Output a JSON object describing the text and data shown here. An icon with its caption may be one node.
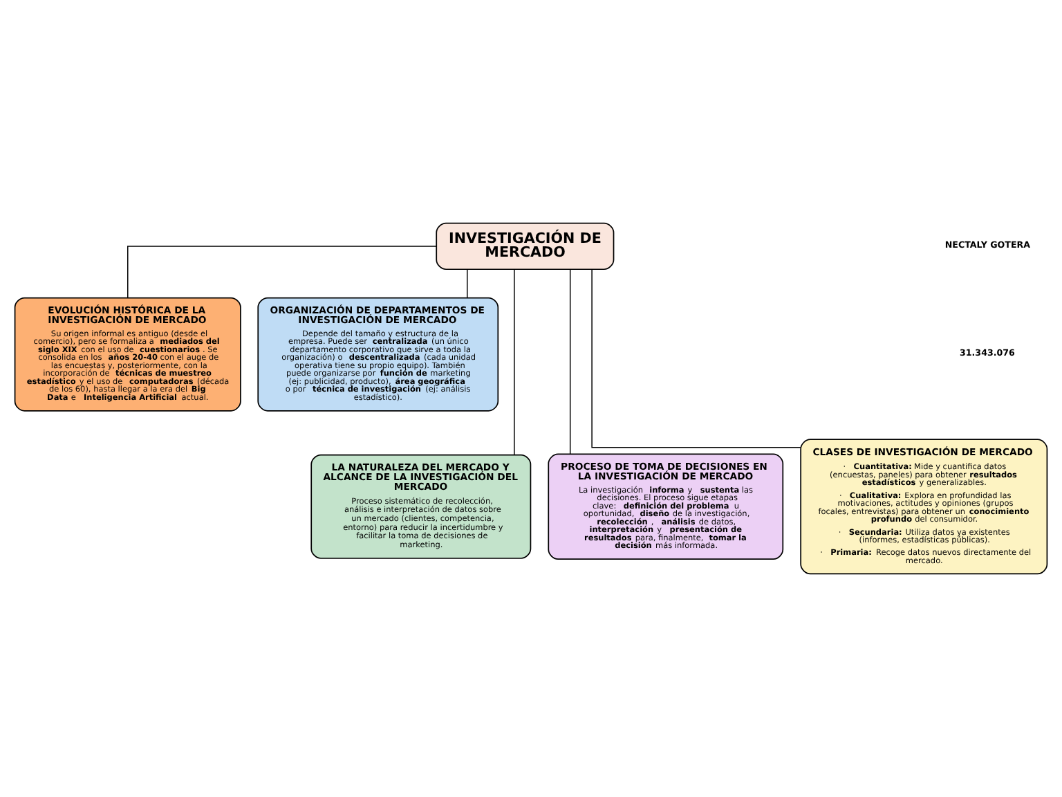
{
  "diagram": {
    "nodes": [
      {
        "text": [
          "INVESTIGACIÓN DE MERCADO"
        ]
      },
      {
        "text": [
          "EVOLUCIÓN HISTÓRICA DE LA INVESTIGACIÓN DE MERCADO",
          "Su origen informal es antiguo (desde el comercio), pero se formaliza a **mediados del siglo XIX** con el uso de **cuestionarios**. Se consolida en los **años 20-40** con el auge de las encuestas y, posteriormente, con la incorporación de **técnicas de muestreo estadístico** y el uso de **computadoras** (década de los 60), hasta llegar a la era del **Big Data** e **Inteligencia Artificial** actual."
        ]
      },
      {
        "text": [
          "ORGANIZACIÓN DE DEPARTAMENTOS DE INVESTIGACIÓN DE MERCADO",
          "Depende del tamaño y estructura de la empresa. Puede ser **centralizada** (un único departamento corporativo que sirve a toda la organización) o **descentralizada** (cada unidad operativa tiene su propio equipo). También puede organizarse por **función de** marketing (ej: publicidad, producto), **área geográfica** o por **técnica de investigación** (ej: análisis estadístico)."
        ]
      },
      {
        "text": [
          "LA NATURALEZA DEL MERCADO Y ALCANCE DE LA INVESTIGACIÓN DEL MERCADO",
          "Proceso sistemático de recolección, análisis e interpretación de datos sobre un mercado (clientes, competencia, entorno) para reducir la incertidumbre y facilitar la toma de decisiones de marketing."
        ]
      },
      {
        "text": [
          "PROCESO DE TOMA DE DECISIONES EN LA INVESTIGACIÓN DE MERCADO",
          "La investigación **informa** y **sustenta** las decisiones. El proceso sigue etapas clave: **definición del problema** u oportunidad, **diseño** de la investigación, **recolección**, **análisis** de datos, **interpretación** y **presentación de resultados** para, finalmente, **tomar la decisión** más informada."
        ]
      },
      {
        "text": [
          "CLASES DE INVESTIGACIÓN DE MERCADO",
          "· **Cuantitativa:** Mide y cuantifica datos (encuestas, paneles) para obtener **resultados estadísticos** y generalizables.",
          "· **Cualitativa:** Explora en profundidad las motivaciones, actitudes y opiniones (grupos focales, entrevistas) para obtener un **conocimiento profundo** del consumidor.",
          "· **Secundaria:** Utiliza datos ya existentes (informes, estadísticas públicas).",
          "· **Primaria:** Recoge datos nuevos directamente del mercado."
        ]
      }
    ],
    "edges": [
      {
        "from": 0,
        "to": 1,
        "arrow": "none"
      },
      {
        "from": 0,
        "to": 2,
        "arrow": "none"
      },
      {
        "from": 0,
        "to": 3,
        "arrow": "none"
      },
      {
        "from": 0,
        "to": 4,
        "arrow": "none"
      },
      {
        "from": 0,
        "to": 5,
        "arrow": "none"
      }
    ],
    "labels": [
      "NECTALY GOTERA",
      "31.343.076"
    ]
  }
}
